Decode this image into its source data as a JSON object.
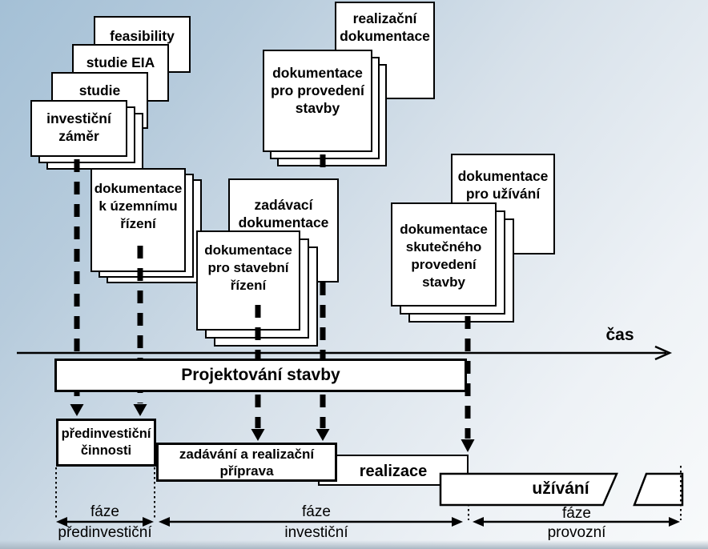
{
  "colors": {
    "bg_top_left": "#a4c0d6",
    "bg_mid": "#d7e1ea",
    "bg_bottom_right": "#f8fafb",
    "bg_bottom_edge": "#a9b7c3",
    "card_fill": "#ffffff",
    "stroke": "#000000"
  },
  "cards": {
    "feasibility": {
      "lines": [
        "feasibility"
      ]
    },
    "studie_eia": {
      "lines": [
        "studie EIA"
      ]
    },
    "studie": {
      "lines": [
        "studie"
      ]
    },
    "investicni_zamer": {
      "lines": [
        "investiční",
        "záměr"
      ]
    },
    "realizacni_dokumentace": {
      "lines": [
        "realizační",
        "dokumentace"
      ]
    },
    "dokumentace_pro_provedeni_stavby": {
      "lines": [
        "dokumentace",
        "pro provedení",
        "stavby"
      ]
    },
    "dokumentace_k_uzemnimu_rizeni": {
      "lines": [
        "dokumentace",
        "k územnímu",
        "řízení"
      ]
    },
    "zadavaci_dokumentace": {
      "lines": [
        "zadávací",
        "dokumentace"
      ]
    },
    "dokumentace_pro_stavebni_rizeni": {
      "lines": [
        "dokumentace",
        "pro stavební",
        "řízení"
      ]
    },
    "dokumentace_pro_uzivani": {
      "lines": [
        "dokumentace",
        "pro užívání"
      ]
    },
    "dokumentace_skutecneho_provedeni_stavby": {
      "lines": [
        "dokumentace",
        "skutečného",
        "provedení",
        "stavby"
      ]
    }
  },
  "timeline": {
    "axis_label": "čas"
  },
  "process_bars": {
    "projektovani_stavby": "Projektování stavby",
    "predinvesticni_cinnosti": {
      "lines": [
        "předinvestiční",
        "činnosti"
      ]
    },
    "zadavani_a_realizacni_priprava": {
      "lines": [
        "zadávání a realizační",
        "příprava"
      ]
    },
    "realizace": "realizace",
    "uzivani": "užívání"
  },
  "phases": [
    {
      "top": "fáze",
      "bottom": "předinvestiční"
    },
    {
      "top": "fáze",
      "bottom": "investiční"
    },
    {
      "top": "fáze",
      "bottom": "provozní"
    }
  ]
}
